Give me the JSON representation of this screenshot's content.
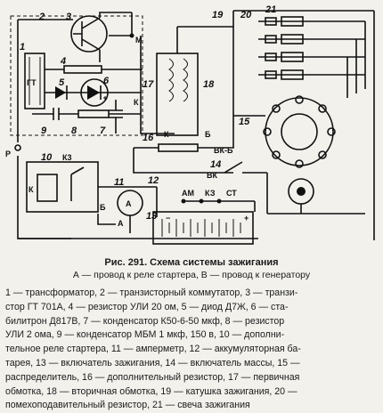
{
  "figure": {
    "title": "Рис. 291. Схема системы зажигания",
    "subtitle": "А — провод к реле стартера, В — провод к генератору",
    "legend_lines": [
      "1 — трансформатор, 2 — транзисторный коммутатор, 3 — транзи-",
      "стор ГТ 701А, 4 — резистор УЛИ 20 ом, 5 — диод Д7Ж, 6 — ста-",
      "билитрон Д817В, 7 — конденсатор К50-6-50 мкф, 8 — резистор",
      "УЛИ 2 ома, 9 — конденсатор МБМ 1 мкф, 150 в, 10 — дополни-",
      "тельное реле стартера, 11 — амперметр, 12 — аккумуляторная ба-",
      "тарея, 13 — включатель зажигания, 14 — включатель массы, 15 —",
      "распределитель, 16 — дополнительный резистор, 17 — первичная",
      "обмотка, 18 — вторичная обмотка, 19 — катушка зажигания, 20 —",
      "помехоподавительный резистор, 21 — свеча зажигания"
    ]
  },
  "diagram": {
    "numbers": [
      "2",
      "3",
      "19",
      "20",
      "21",
      "1",
      "4",
      "5",
      "6",
      "18",
      "17",
      "9",
      "8",
      "7",
      "15",
      "16",
      "10",
      "11",
      "12",
      "14",
      "13"
    ],
    "labels": {
      "M": "М",
      "K_switch": "К",
      "K_coil": "К",
      "K_relay": "К",
      "K3": "К3",
      "B_coil": "Б",
      "B_relay": "Б",
      "P": "Р",
      "A": "А",
      "VK": "ВК",
      "VKB": "ВК-Б",
      "AM": "АМ",
      "K3_bottom": "КЗ",
      "ST": "СТ",
      "minus": "−",
      "plus": "+",
      "amp": "A",
      "transformer": "ГТ"
    }
  }
}
